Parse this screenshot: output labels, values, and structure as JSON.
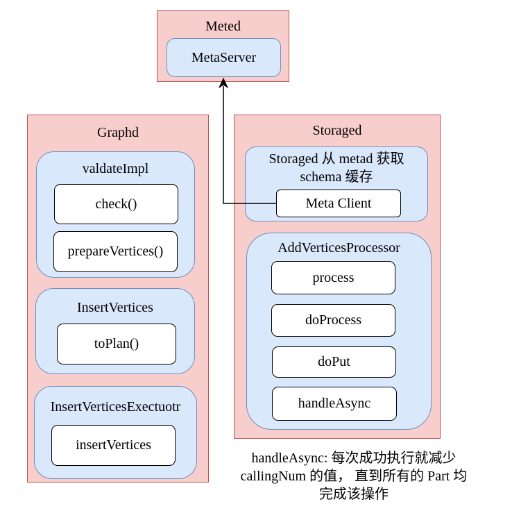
{
  "meted": {
    "title": "Meted",
    "server_label": "MetaServer"
  },
  "graphd": {
    "title": "Graphd",
    "groups": [
      {
        "title": "valdateImpl",
        "items": [
          "check()",
          "prepareVertices()"
        ]
      },
      {
        "title": "InsertVertices",
        "items": [
          "toPlan()"
        ]
      },
      {
        "title": "InsertVerticesExectuotr",
        "items": [
          "insertVertices"
        ]
      }
    ]
  },
  "storaged": {
    "title": "Storaged",
    "cache_group": {
      "title_line1": "Storaged 从 metad 获取",
      "title_line2": "schema 缓存",
      "client_label": "Meta Client"
    },
    "processor_group": {
      "title": "AddVerticesProcessor",
      "items": [
        "process",
        "doProcess",
        "doPut",
        "handleAsync"
      ]
    }
  },
  "annotation": {
    "line1": "handleAsync: 每次成功执行就减少",
    "line2": "callingNum 的值， 直到所有的 Part 均",
    "line3": "完成该操作"
  },
  "colors": {
    "container_fill": "#f8cecc",
    "container_stroke": "#b85450",
    "group_fill": "#dae8fc",
    "group_stroke": "#6c8ebf",
    "node_fill": "#ffffff",
    "node_stroke": "#000000"
  }
}
